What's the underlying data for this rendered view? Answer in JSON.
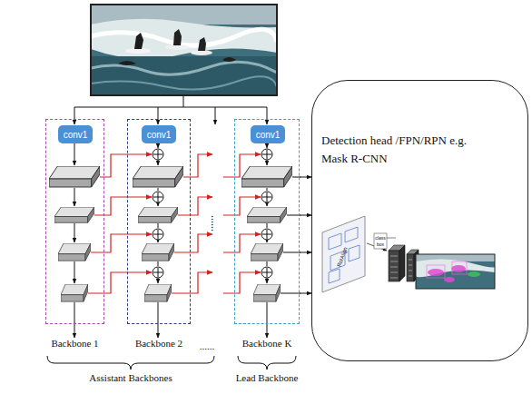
{
  "diagram": {
    "nodes": [
      {
        "text": [
          "Backbone 1"
        ]
      },
      {
        "text": [
          "conv1"
        ],
        "in": 0
      },
      {
        "text": [
          "Backbone 2"
        ]
      },
      {
        "text": [
          "conv1"
        ],
        "in": 2
      },
      {
        "text": [
          "Backbone K"
        ]
      },
      {
        "text": [
          "conv1"
        ],
        "in": 4
      },
      {
        "text": [
          "Detection head /FPN/RPN e.g. Mask R-CNN"
        ]
      }
    ],
    "edges": [
      {
        "from": 4,
        "to": 6,
        "arrow": "to"
      },
      {
        "from": 4,
        "to": 6,
        "arrow": "to"
      },
      {
        "from": 4,
        "to": 6,
        "arrow": "to"
      },
      {
        "from": 4,
        "to": 6,
        "arrow": "to"
      }
    ],
    "labels": [
      "......",
      "......",
      "Assistant Backbones",
      "Lead Backbone",
      "RoIAlign",
      "class",
      "box"
    ]
  }
}
